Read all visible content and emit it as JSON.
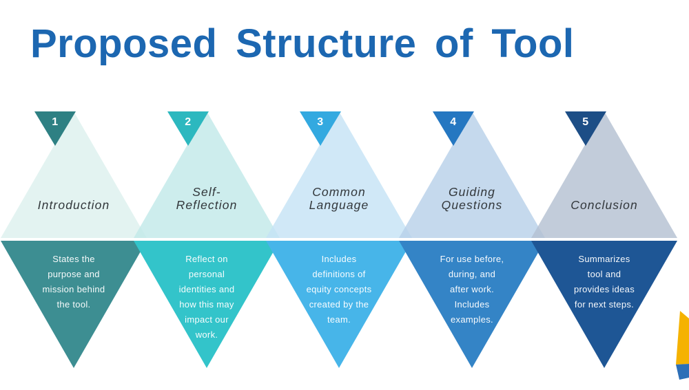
{
  "title": "Proposed Structure of Tool",
  "colors": {
    "title": "#1c67b1"
  },
  "steps": [
    {
      "number": "1",
      "label": "Introduction",
      "description": "States the\npurpose and\nmission behind\nthe tool.",
      "colors": {
        "badge": "#2e8083",
        "upper": "rgba(220,240,238,0.8)",
        "lower": "#3d8e92"
      }
    },
    {
      "number": "2",
      "label": "Self-\nReflection",
      "description": "Reflect on\npersonal\nidentities and\nhow this may\nimpact our\nwork.",
      "colors": {
        "badge": "#2cb8bf",
        "upper": "rgba(193,233,233,0.8)",
        "lower": "#33c4ca"
      }
    },
    {
      "number": "3",
      "label": "Common\nLanguage",
      "description": "Includes\ndefinitions of\nequity concepts\ncreated by the\nteam.",
      "colors": {
        "badge": "#33a9e0",
        "upper": "rgba(196,226,245,0.8)",
        "lower": "#47b5e9"
      }
    },
    {
      "number": "4",
      "label": "Guiding\nQuestions",
      "description": "For use before,\nduring, and\nafter work.\nIncludes\nexamples.",
      "colors": {
        "badge": "#2577c1",
        "upper": "rgba(182,207,232,0.8)",
        "lower": "#3484c6"
      }
    },
    {
      "number": "5",
      "label": "Conclusion",
      "description": "Summarizes\ntool and\nprovides ideas\nfor next steps.",
      "colors": {
        "badge": "#1d4e86",
        "upper": "rgba(179,191,209,0.8)",
        "lower": "#1e5695"
      }
    }
  ],
  "corner_graphic": {
    "yellow": "#f5b201",
    "blue": "#2d6fb7"
  }
}
